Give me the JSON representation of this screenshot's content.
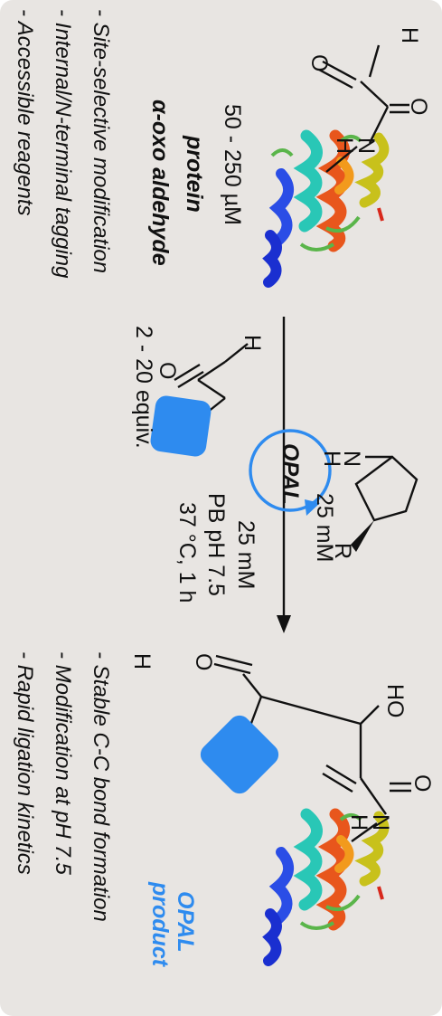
{
  "reactants": {
    "concentration": "50 - 250 µM",
    "protein_label": "protein",
    "aldehyde_label": "α-oxo aldehyde",
    "partner_equiv": "2 - 20 equiv."
  },
  "catalyst": {
    "concentration": "25 mM",
    "cycle_label": "OPAL",
    "r_group": "R"
  },
  "conditions": {
    "concentration": "25 mM",
    "buffer": "PB pH 7.5",
    "temp_time": "37 °C, 1 h"
  },
  "product": {
    "label_line1": "OPAL",
    "label_line2": "product"
  },
  "atoms": {
    "H": "H",
    "O": "O",
    "N": "N",
    "HO": "HO"
  },
  "bullets_left": [
    "- Site-selective modification",
    "- Internal/N-terminal tagging",
    "- Accessible reagents"
  ],
  "bullets_right": [
    "- Stable C-C bond formation",
    "- Modification at pH 7.5",
    "- Rapid ligation kinetics"
  ],
  "colors": {
    "background": "#e8e5e2",
    "accent_blue": "#2e8bef",
    "text": "#111111"
  }
}
